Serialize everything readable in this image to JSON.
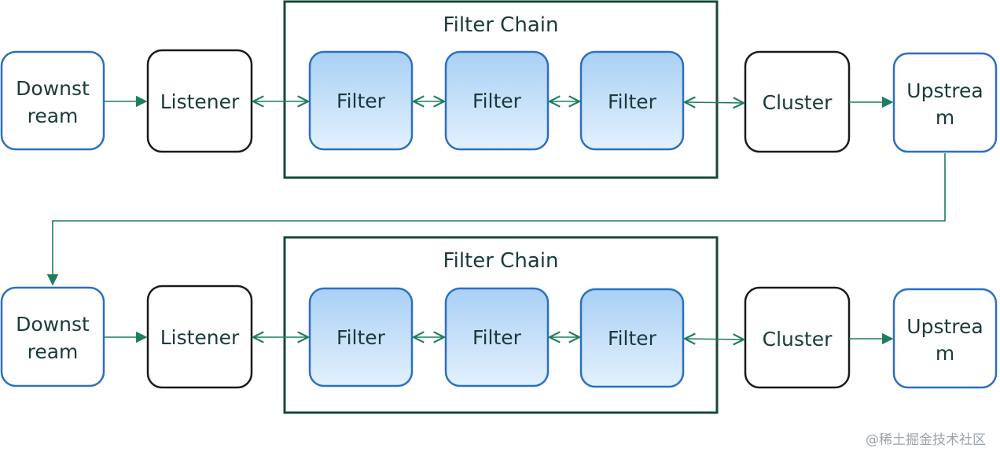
{
  "flows": [
    {
      "downstream": [
        "Downst",
        "ream"
      ],
      "listener": "Listener",
      "filter_chain_title": "Filter Chain",
      "filters": [
        "Filter",
        "Filter",
        "Filter"
      ],
      "cluster": "Cluster",
      "upstream": [
        "Upstrea",
        "m"
      ]
    },
    {
      "downstream": [
        "Downst",
        "ream"
      ],
      "listener": "Listener",
      "filter_chain_title": "Filter Chain",
      "filters": [
        "Filter",
        "Filter",
        "Filter"
      ],
      "cluster": "Cluster",
      "upstream": [
        "Upstrea",
        "m"
      ]
    }
  ],
  "watermark": "@稀土掘金技术社区",
  "colors": {
    "endpoint_border": "#2b6fc2",
    "component_border": "#1a1a1a",
    "chain_border": "#17483a",
    "filter_border": "#2b6fc2",
    "filter_fill_top": "#a9d0f5",
    "filter_fill_bottom": "#e3f1fd",
    "edge": "#1e7d60",
    "text": "#1b3a3a"
  }
}
